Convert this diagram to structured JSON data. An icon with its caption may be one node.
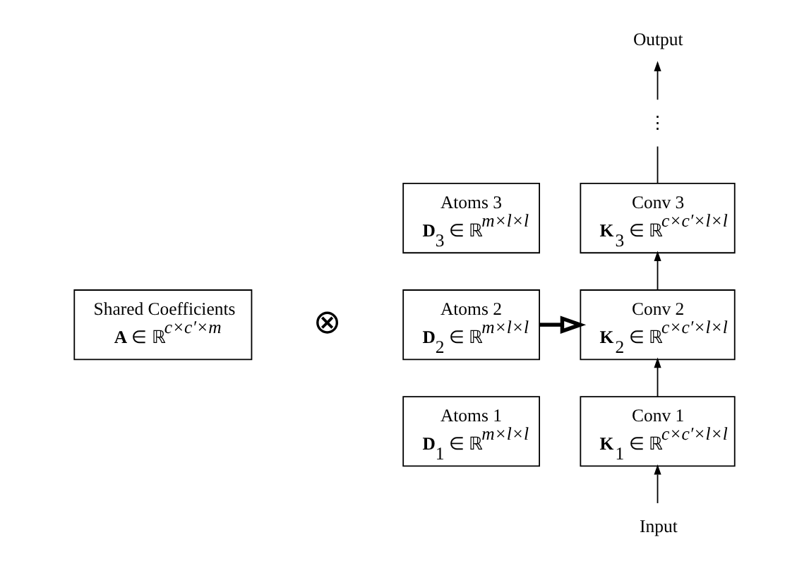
{
  "diagram": {
    "nodes": [
      {
        "text": [
          "Shared Coefficients",
          "**A** ∈ ℝ$^{c×c′×m}$"
        ]
      },
      {
        "text": [
          "Atoms 3",
          "**D**$_{3}$ ∈ ℝ$^{m×l×l}$"
        ]
      },
      {
        "text": [
          "Atoms 2",
          "**D**$_{2}$ ∈ ℝ$^{m×l×l}$"
        ]
      },
      {
        "text": [
          "Atoms 1",
          "**D**$_{1}$ ∈ ℝ$^{m×l×l}$"
        ]
      },
      {
        "text": [
          "Output"
        ]
      },
      {
        "text": [
          "⋮"
        ]
      },
      {
        "text": [
          "Conv 3",
          "**K**$_{3}$ ∈ ℝ$^{c×c′×l×l}$"
        ]
      },
      {
        "text": [
          "Conv 2",
          "**K**$_{2}$ ∈ ℝ$^{c×c′×l×l}$"
        ]
      },
      {
        "text": [
          "Conv 1",
          "**K**$_{1}$ ∈ ℝ$^{c×c′×l×l}$"
        ]
      },
      {
        "text": [
          "Input"
        ]
      }
    ],
    "edges": [
      {
        "from": 9,
        "to": 8,
        "arrow": "to"
      },
      {
        "from": 8,
        "to": 7,
        "arrow": "to"
      },
      {
        "from": 7,
        "to": 6,
        "arrow": "to"
      },
      {
        "from": 6,
        "to": 5,
        "arrow": "none"
      },
      {
        "from": 5,
        "to": 4,
        "arrow": "to"
      },
      {
        "from": 2,
        "to": 7,
        "arrow": "to",
        "style": "thick"
      }
    ],
    "labels": [
      "⊗"
    ]
  }
}
